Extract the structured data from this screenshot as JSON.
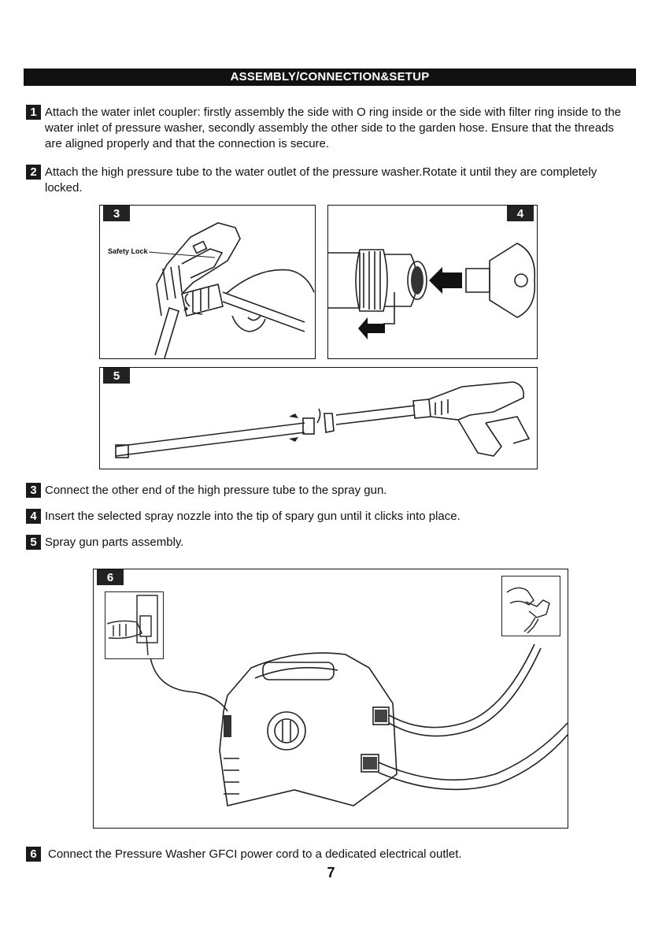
{
  "header": {
    "title": "ASSEMBLY/CONNECTION&SETUP"
  },
  "steps_top": [
    {
      "num": "1",
      "text": "Attach the water inlet coupler: firstly assembly the side with O ring inside or the side with filter ring inside to the water inlet of pressure washer, secondly assembly the other side to the garden hose. Ensure that the threads are aligned properly and that the connection is secure."
    },
    {
      "num": "2",
      "text": "Attach the high pressure tube to the water outlet of the pressure washer.Rotate it until they are completely locked."
    }
  ],
  "figures": {
    "fig3": {
      "tag": "3",
      "callout": "Safety Lock"
    },
    "fig4": {
      "tag": "4"
    },
    "fig5": {
      "tag": "5"
    },
    "fig6": {
      "tag": "6"
    }
  },
  "steps_mid": [
    {
      "num": "3",
      "text": "Connect the other end of the high pressure tube to the spray gun."
    },
    {
      "num": "4",
      "text": "Insert the selected spray nozzle into the tip of spary gun until it clicks into place."
    },
    {
      "num": "5",
      "text": "Spray gun parts assembly."
    }
  ],
  "steps_bottom": [
    {
      "num": "6",
      "text": "Connect the Pressure Washer GFCI power cord to a dedicated electrical outlet."
    }
  ],
  "page_number": "7"
}
